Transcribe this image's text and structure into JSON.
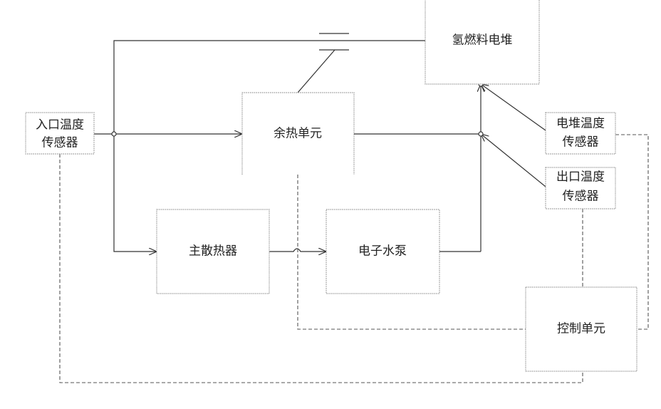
{
  "diagram": {
    "nodes": {
      "fuel_cell": "氢燃料电堆",
      "inlet_sensor": [
        "入口温度",
        "传感器"
      ],
      "waste_heat": "余热单元",
      "stack_sensor": [
        "电堆温度",
        "传感器"
      ],
      "outlet_sensor": [
        "出口温度",
        "传感器"
      ],
      "main_radiator": "主散热器",
      "pump": "电子水泵",
      "control": "控制单元"
    },
    "edges": [
      {
        "from": "fuel_cell",
        "to": "inlet_sensor",
        "style": "solid"
      },
      {
        "from": "inlet_sensor",
        "to": "waste_heat",
        "style": "solid-arrow"
      },
      {
        "from": "inlet_sensor",
        "to": "main_radiator",
        "style": "solid-arrow"
      },
      {
        "from": "waste_heat",
        "to": "fuel_cell",
        "style": "solid-arrow"
      },
      {
        "from": "main_radiator",
        "to": "pump",
        "style": "solid-arrow"
      },
      {
        "from": "pump",
        "to": "fuel_cell",
        "style": "solid-arrow"
      },
      {
        "from": "stack_sensor",
        "to": "fuel_cell",
        "style": "solid-arrow"
      },
      {
        "from": "outlet_sensor",
        "to": "fuel_cell",
        "style": "solid-arrow"
      },
      {
        "from": "control",
        "to": "waste_heat",
        "style": "dashed"
      },
      {
        "from": "control",
        "to": "inlet_sensor",
        "style": "dashed"
      },
      {
        "from": "control",
        "to": "stack_sensor",
        "style": "dashed"
      },
      {
        "from": "control",
        "to": "outlet_sensor",
        "style": "dashed"
      }
    ],
    "colors": {
      "line": "#333333",
      "box_border": "#9a9a9a"
    }
  }
}
